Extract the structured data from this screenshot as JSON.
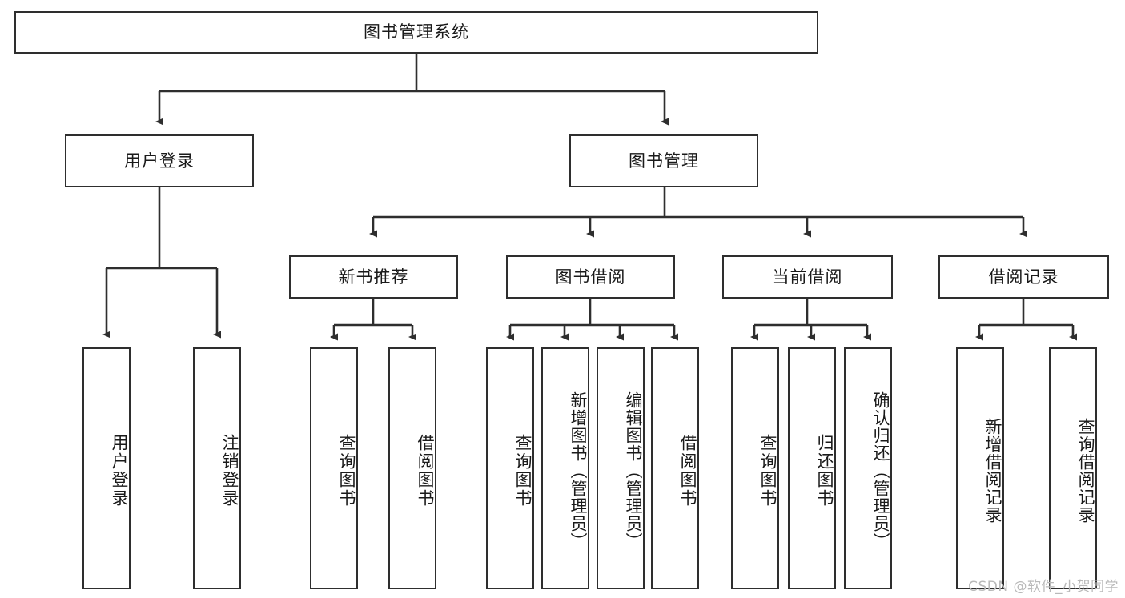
{
  "diagram": {
    "type": "tree-hierarchy-chart",
    "title": "图书管理系统",
    "watermark": "CSDN @软件_小贺同学",
    "colors": {
      "box_border": "#2e2e2e",
      "box_fill": "#ffffff",
      "edge": "#2e2e2e",
      "text": "#1a1a1a",
      "watermark": "#b9b9b9",
      "background": "#ffffff"
    },
    "nodes": {
      "root": {
        "label": "图书管理系统"
      },
      "level2": [
        {
          "id": "user-login",
          "label": "用户登录"
        },
        {
          "id": "book-management",
          "label": "图书管理"
        }
      ],
      "level3": [
        {
          "id": "new-book-recommend",
          "label": "新书推荐"
        },
        {
          "id": "book-borrow",
          "label": "图书借阅"
        },
        {
          "id": "current-borrow",
          "label": "当前借阅"
        },
        {
          "id": "borrow-record",
          "label": "借阅记录"
        }
      ],
      "leaves": {
        "user_login": [
          {
            "id": "leaf-user-login",
            "label": "用户登录"
          },
          {
            "id": "leaf-logout-login",
            "label": "注销登录"
          }
        ],
        "new_book_recommend": [
          {
            "id": "leaf-query-book-1",
            "label": "查询图书"
          },
          {
            "id": "leaf-borrow-book-1",
            "label": "借阅图书"
          }
        ],
        "book_borrow": [
          {
            "id": "leaf-query-book-2",
            "label": "查询图书"
          },
          {
            "id": "leaf-add-book",
            "label": "新增图书（管理员）"
          },
          {
            "id": "leaf-edit-book",
            "label": "编辑图书（管理员）"
          },
          {
            "id": "leaf-borrow-book-2",
            "label": "借阅图书"
          }
        ],
        "current_borrow": [
          {
            "id": "leaf-query-book-3",
            "label": "查询图书"
          },
          {
            "id": "leaf-return-book",
            "label": "归还图书"
          },
          {
            "id": "leaf-confirm-return",
            "label": "确认归还（管理员）"
          }
        ],
        "borrow_record": [
          {
            "id": "leaf-add-record",
            "label": "新增借阅记录"
          },
          {
            "id": "leaf-query-record",
            "label": "查询借阅记录"
          }
        ]
      }
    }
  }
}
